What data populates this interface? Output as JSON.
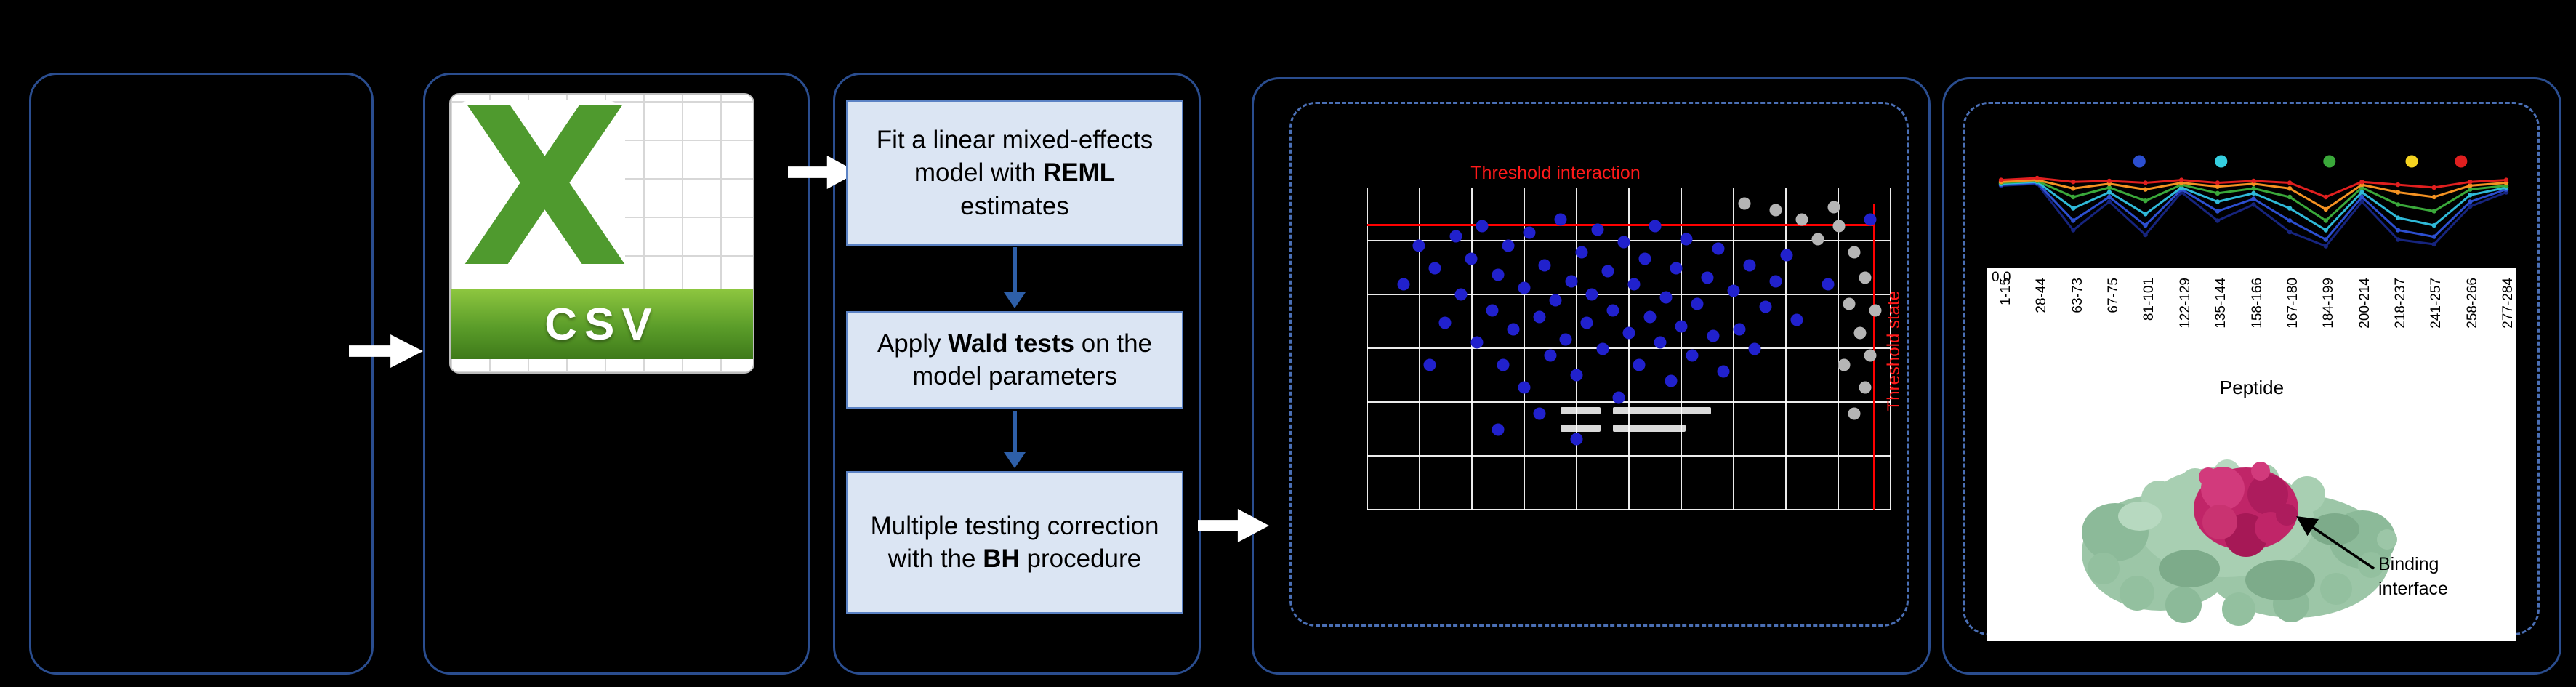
{
  "csv_icon": {
    "letter": "X",
    "banner": "CSV"
  },
  "steps": [
    {
      "pre": "Fit a linear mixed-effects model with ",
      "bold": "REML",
      "post": " estimates"
    },
    {
      "pre": "Apply ",
      "bold": "Wald tests",
      "post": " on the model parameters"
    },
    {
      "pre": "Multiple testing correction with the ",
      "bold": "BH",
      "post": " procedure"
    }
  ],
  "structure": {
    "annotation": "Binding interface"
  },
  "chart_data": [
    {
      "type": "scatter",
      "title": "",
      "xlabel": "",
      "ylabel": "",
      "grid": true,
      "threshold_labels": {
        "horizontal": "Threshold interaction",
        "vertical": "Threshold state"
      },
      "threshold_line_color": "#ff0000",
      "threshold_h_frac": 0.113,
      "threshold_v_frac": 0.966,
      "point_color_blue": "#2121cd",
      "point_color_gray": "#b5b5b5",
      "points_blue_frac": [
        [
          0.07,
          0.3
        ],
        [
          0.1,
          0.18
        ],
        [
          0.13,
          0.25
        ],
        [
          0.15,
          0.42
        ],
        [
          0.17,
          0.15
        ],
        [
          0.18,
          0.33
        ],
        [
          0.2,
          0.22
        ],
        [
          0.21,
          0.48
        ],
        [
          0.22,
          0.12
        ],
        [
          0.24,
          0.38
        ],
        [
          0.25,
          0.27
        ],
        [
          0.26,
          0.55
        ],
        [
          0.27,
          0.18
        ],
        [
          0.28,
          0.44
        ],
        [
          0.3,
          0.31
        ],
        [
          0.3,
          0.62
        ],
        [
          0.31,
          0.14
        ],
        [
          0.33,
          0.4
        ],
        [
          0.34,
          0.24
        ],
        [
          0.35,
          0.52
        ],
        [
          0.36,
          0.35
        ],
        [
          0.37,
          0.1
        ],
        [
          0.38,
          0.47
        ],
        [
          0.39,
          0.29
        ],
        [
          0.4,
          0.58
        ],
        [
          0.41,
          0.2
        ],
        [
          0.42,
          0.42
        ],
        [
          0.43,
          0.33
        ],
        [
          0.44,
          0.13
        ],
        [
          0.45,
          0.5
        ],
        [
          0.46,
          0.26
        ],
        [
          0.47,
          0.38
        ],
        [
          0.48,
          0.65
        ],
        [
          0.49,
          0.17
        ],
        [
          0.5,
          0.45
        ],
        [
          0.51,
          0.3
        ],
        [
          0.52,
          0.55
        ],
        [
          0.53,
          0.22
        ],
        [
          0.54,
          0.4
        ],
        [
          0.55,
          0.12
        ],
        [
          0.56,
          0.48
        ],
        [
          0.57,
          0.34
        ],
        [
          0.58,
          0.6
        ],
        [
          0.59,
          0.25
        ],
        [
          0.6,
          0.43
        ],
        [
          0.61,
          0.16
        ],
        [
          0.62,
          0.52
        ],
        [
          0.63,
          0.36
        ],
        [
          0.65,
          0.28
        ],
        [
          0.66,
          0.46
        ],
        [
          0.67,
          0.19
        ],
        [
          0.68,
          0.57
        ],
        [
          0.7,
          0.32
        ],
        [
          0.71,
          0.44
        ],
        [
          0.73,
          0.24
        ],
        [
          0.74,
          0.5
        ],
        [
          0.76,
          0.37
        ],
        [
          0.78,
          0.29
        ],
        [
          0.8,
          0.21
        ],
        [
          0.82,
          0.41
        ],
        [
          0.25,
          0.75
        ],
        [
          0.33,
          0.7
        ],
        [
          0.4,
          0.78
        ],
        [
          0.96,
          0.1
        ],
        [
          0.88,
          0.3
        ],
        [
          0.12,
          0.55
        ]
      ],
      "points_gray_frac": [
        [
          0.9,
          0.12
        ],
        [
          0.93,
          0.2
        ],
        [
          0.95,
          0.28
        ],
        [
          0.92,
          0.36
        ],
        [
          0.94,
          0.45
        ],
        [
          0.91,
          0.55
        ],
        [
          0.95,
          0.62
        ],
        [
          0.93,
          0.7
        ],
        [
          0.78,
          0.07
        ],
        [
          0.83,
          0.1
        ],
        [
          0.86,
          0.16
        ],
        [
          0.89,
          0.06
        ],
        [
          0.97,
          0.38
        ],
        [
          0.96,
          0.52
        ],
        [
          0.72,
          0.05
        ]
      ]
    },
    {
      "type": "line",
      "title": "",
      "xlabel": "Peptide",
      "ylabel": "",
      "y_tick_label": "0.0",
      "ylim": [
        0,
        1
      ],
      "categories": [
        "1-15",
        "28-44",
        "63-73",
        "67-75",
        "81-101",
        "122-129",
        "135-144",
        "158-166",
        "167-180",
        "184-199",
        "200-214",
        "218-237",
        "241-257",
        "258-266",
        "277-284"
      ],
      "legend_dot_colors": [
        "#2c4fd0",
        "#35cfe0",
        "#3aa83a",
        "#f5d320",
        "#e01f1f"
      ],
      "legend_dot_x_frac": [
        0.289,
        0.44,
        0.64,
        0.792,
        0.883
      ],
      "series": [
        {
          "name": "darkblue",
          "color": "#16247e",
          "values": [
            0.82,
            0.84,
            0.35,
            0.65,
            0.3,
            0.75,
            0.45,
            0.62,
            0.33,
            0.18,
            0.65,
            0.25,
            0.2,
            0.6,
            0.75
          ]
        },
        {
          "name": "blue",
          "color": "#2c4fd0",
          "values": [
            0.83,
            0.85,
            0.45,
            0.7,
            0.4,
            0.78,
            0.55,
            0.68,
            0.45,
            0.25,
            0.7,
            0.35,
            0.28,
            0.65,
            0.78
          ]
        },
        {
          "name": "cyan",
          "color": "#2fb9d8",
          "values": [
            0.84,
            0.86,
            0.58,
            0.75,
            0.52,
            0.8,
            0.65,
            0.74,
            0.58,
            0.35,
            0.75,
            0.48,
            0.4,
            0.72,
            0.8
          ]
        },
        {
          "name": "green",
          "color": "#3aa83a",
          "values": [
            0.85,
            0.87,
            0.7,
            0.8,
            0.66,
            0.83,
            0.74,
            0.79,
            0.7,
            0.45,
            0.8,
            0.62,
            0.55,
            0.78,
            0.82
          ]
        },
        {
          "name": "orange",
          "color": "#f59222",
          "values": [
            0.86,
            0.88,
            0.79,
            0.84,
            0.78,
            0.85,
            0.81,
            0.84,
            0.79,
            0.57,
            0.83,
            0.75,
            0.7,
            0.82,
            0.85
          ]
        },
        {
          "name": "red",
          "color": "#e01f1f",
          "values": [
            0.88,
            0.9,
            0.86,
            0.87,
            0.85,
            0.88,
            0.85,
            0.87,
            0.85,
            0.7,
            0.86,
            0.83,
            0.8,
            0.86,
            0.88
          ]
        }
      ]
    }
  ]
}
